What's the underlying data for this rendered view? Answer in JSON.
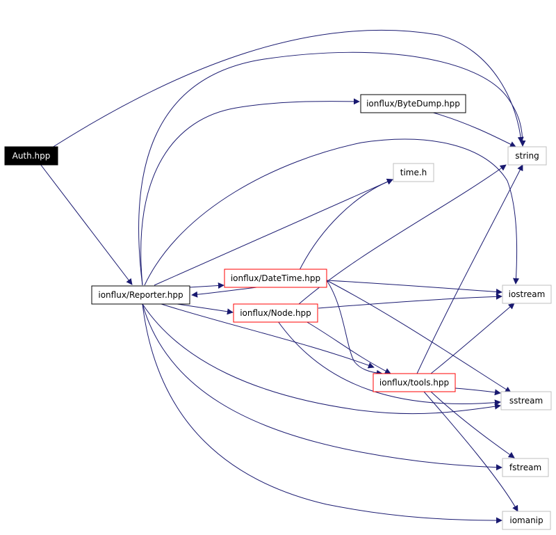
{
  "diagram": {
    "nodes": {
      "auth": "Auth.hpp",
      "bytedump": "ionflux/ByteDump.hpp",
      "string": "string",
      "time": "time.h",
      "reporter": "ionflux/Reporter.hpp",
      "datetime": "ionflux/DateTime.hpp",
      "node": "ionflux/Node.hpp",
      "iostream": "iostream",
      "tools": "ionflux/tools.hpp",
      "sstream": "sstream",
      "fstream": "fstream",
      "iomanip": "iomanip"
    },
    "colors": {
      "edge": "#191970",
      "focus_fill": "#000000",
      "focus_text": "#ffffff",
      "documented_border": "#000000",
      "undocumented_border": "#ff0000",
      "system_border": "#bfbfbf"
    }
  }
}
